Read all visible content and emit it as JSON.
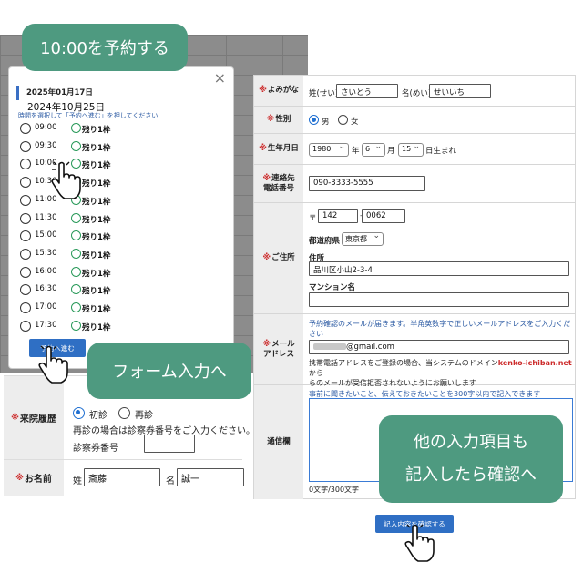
{
  "callouts": {
    "reserve": "10:00を予約する",
    "to_form": "フォーム入力へ",
    "confirm_line1": "他の入力項目も",
    "confirm_line2": "記入したら確認へ"
  },
  "modal": {
    "date_label": "2025年01月17日",
    "date_overlay": "2024年10月25日",
    "hint": "時間を選択して「予約へ進む」を押してください",
    "close": "×",
    "remaining_label": "残り1枠",
    "slots": [
      "09:00",
      "09:30",
      "10:00",
      "10:30",
      "11:00",
      "11:30",
      "15:00",
      "15:30",
      "16:00",
      "16:30",
      "17:00",
      "17:30"
    ],
    "selected": "10:00",
    "reserve_button": "予約へ進む"
  },
  "left_form": {
    "visit_history": {
      "label": "来院履歴",
      "options": [
        "初診",
        "再診"
      ],
      "selected": "初診",
      "note": "再診の場合は診察券番号をご入力ください。",
      "card_label": "診察券番号",
      "card_value": ""
    },
    "name": {
      "label": "お名前",
      "last_label": "姓",
      "last_value": "斎藤",
      "first_label": "名",
      "first_value": "誠一"
    }
  },
  "right_form": {
    "required_mark": "※",
    "kana": {
      "label": "よみがな",
      "last_label": "姓(せい)",
      "last_value": "さいとう",
      "first_label": "名(めい)",
      "first_value": "せいいち"
    },
    "gender": {
      "label": "性別",
      "options": [
        "男",
        "女"
      ],
      "selected": "男"
    },
    "birth": {
      "label": "生年月日",
      "year": "1980",
      "year_unit": "年",
      "month": "6",
      "month_unit": "月",
      "day": "15",
      "day_unit": "日生まれ"
    },
    "phone": {
      "label_line1": "連絡先",
      "label_line2": "電話番号",
      "value": "090-3333-5555"
    },
    "address": {
      "label": "ご住所",
      "zip_mark": "〒",
      "zip1": "142",
      "zip2": "0062",
      "pref_label": "都道府県",
      "pref_value": "東京都",
      "addr_label": "住所",
      "addr_value": "品川区小山2-3-4",
      "building_label": "マンション名",
      "building_value": ""
    },
    "email": {
      "label_line1": "メール",
      "label_line2": "アドレス",
      "note": "予約確認のメールが届きます。半角英数字で正しいメールアドレスをご入力ください",
      "value_domain": "@gmail.com",
      "warn_prefix": "携帯電話アドレスをご登録の場合、当システムのドメイン",
      "warn_domain": "kenko-ichiban.net",
      "warn_suffix": "から",
      "warn_line2": "らのメールが受信拒否されないようにお願いします"
    },
    "message": {
      "label": "通信欄",
      "note": "事前に聞きたいこと、伝えておきたいことを300字以内で記入できます",
      "value": "",
      "counter": "0文字/300文字"
    },
    "confirm_button": "記入内容を確認する"
  },
  "colors": {
    "callout_bg": "#4e9a80",
    "button_blue": "#2f6fc4",
    "required_red": "#cc2a2a",
    "link_blue": "#2b5aa3"
  }
}
